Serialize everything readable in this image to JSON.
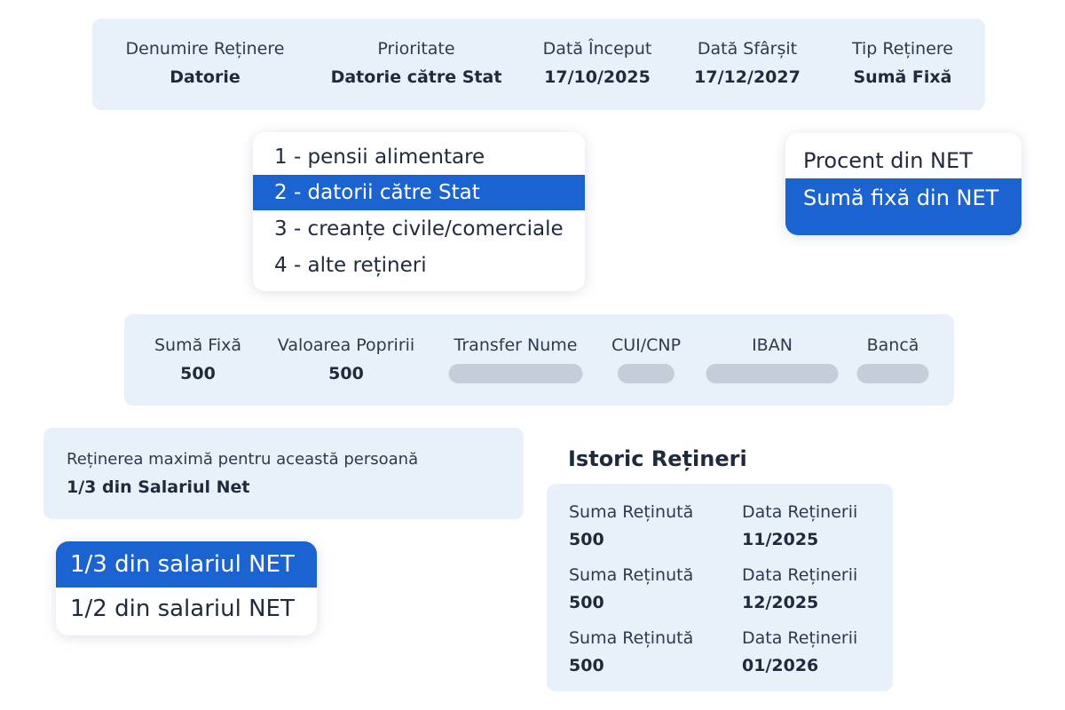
{
  "summary": {
    "denumire": {
      "label": "Denumire Reținere",
      "value": "Datorie"
    },
    "prioritate": {
      "label": "Prioritate",
      "value": "Datorie către Stat"
    },
    "data_inceput": {
      "label": "Dată Început",
      "value": "17/10/2025"
    },
    "data_sfarsit": {
      "label": "Dată Sfârșit",
      "value": "17/12/2027"
    },
    "tip": {
      "label": "Tip Reținere",
      "value": "Sumă Fixă"
    }
  },
  "priority_dropdown": {
    "options": [
      {
        "label": "1 - pensii alimentare",
        "selected": false
      },
      {
        "label": "2 - datorii către Stat",
        "selected": true
      },
      {
        "label": "3 - creanțe civile/comerciale",
        "selected": false
      },
      {
        "label": "4 - alte rețineri",
        "selected": false
      }
    ]
  },
  "type_dropdown": {
    "options": [
      {
        "label": "Procent din NET",
        "selected": false
      },
      {
        "label": "Sumă fixă din NET",
        "selected": true
      }
    ]
  },
  "details": {
    "suma_fixa": {
      "label": "Sumă Fixă",
      "value": "500"
    },
    "valoarea_popririi": {
      "label": "Valoarea Popririi",
      "value": "500"
    },
    "transfer_nume": {
      "label": "Transfer Nume"
    },
    "cui_cnp": {
      "label": "CUI/CNP"
    },
    "iban": {
      "label": "IBAN"
    },
    "banca": {
      "label": "Bancă"
    }
  },
  "max_retention": {
    "label": "Reținerea maximă pentru această persoană",
    "value": "1/3 din Salariul Net"
  },
  "max_dropdown": {
    "options": [
      {
        "label": "1/3 din salariul NET",
        "selected": true
      },
      {
        "label": "1/2 din salariul NET",
        "selected": false
      }
    ]
  },
  "history": {
    "title": "Istoric Rețineri",
    "rows": [
      {
        "amount_label": "Suma Reținută",
        "amount": "500",
        "date_label": "Data Reținerii",
        "date": "11/2025"
      },
      {
        "amount_label": "Suma Reținută",
        "amount": "500",
        "date_label": "Data Reținerii",
        "date": "12/2025"
      },
      {
        "amount_label": "Suma Reținută",
        "amount": "500",
        "date_label": "Data Reținerii",
        "date": "01/2026"
      }
    ]
  },
  "colors": {
    "card_bg": "#e8f0f9",
    "accent": "#1b63d0",
    "placeholder": "#c5ced8",
    "text": "#1f2a3c"
  }
}
